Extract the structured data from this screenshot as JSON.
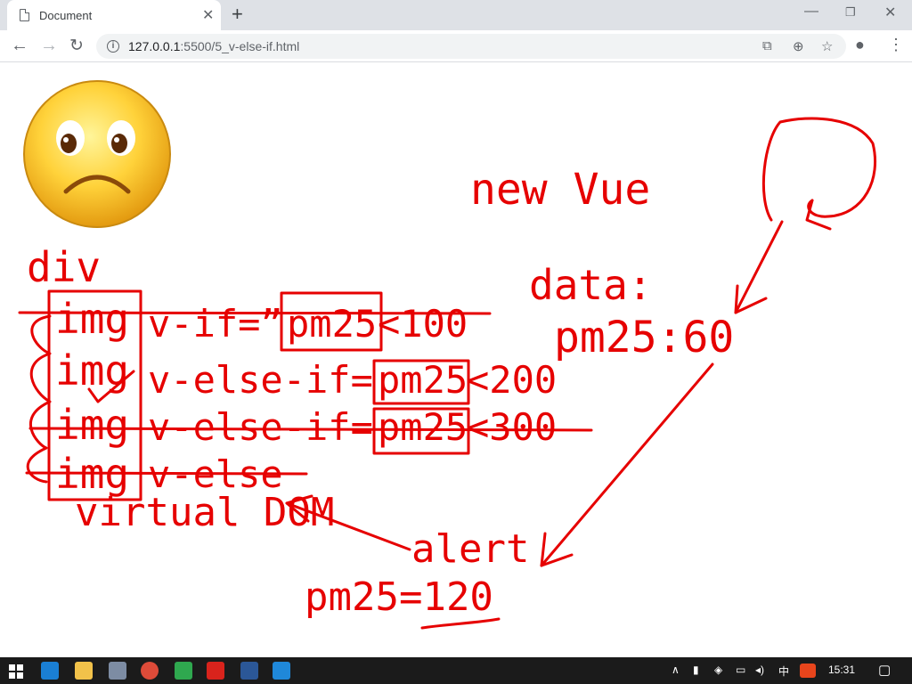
{
  "tab": {
    "title": "Document"
  },
  "address": {
    "host": "127.0.0.1",
    "path": ":5500/5_v-else-if.html"
  },
  "annotation": {
    "div": "div",
    "img": "img",
    "line1": "v-if=”",
    "pm25": "pm25",
    "lt100": "<100",
    "line2": "v-else-if=",
    "lt200": "<200",
    "line3": "v-else-if=",
    "lt300": "<300",
    "line4": "v-else",
    "virtual_dom": "virtual DOM",
    "new_vue": "new Vue",
    "data_label": "data:",
    "pm25_value": "pm25:60",
    "alert": "alert",
    "pm25_assign": "pm25=120"
  },
  "taskbar": {
    "time": "15:31",
    "ime": "中"
  },
  "colors": {
    "ink": "#e60000",
    "taskbar": "#1b1b1b",
    "tabstrip": "#dee1e6"
  },
  "icons": [
    "file-icon",
    "close-icon",
    "plus-icon",
    "back-icon",
    "forward-icon",
    "reload-icon",
    "info-icon",
    "translate-icon",
    "zoom-icon",
    "star-icon",
    "profile-icon",
    "menu-icon",
    "sad-face-emoji",
    "windows-start-icon",
    "edge-icon",
    "explorer-icon",
    "chrome-icon",
    "vscode-icon"
  ]
}
